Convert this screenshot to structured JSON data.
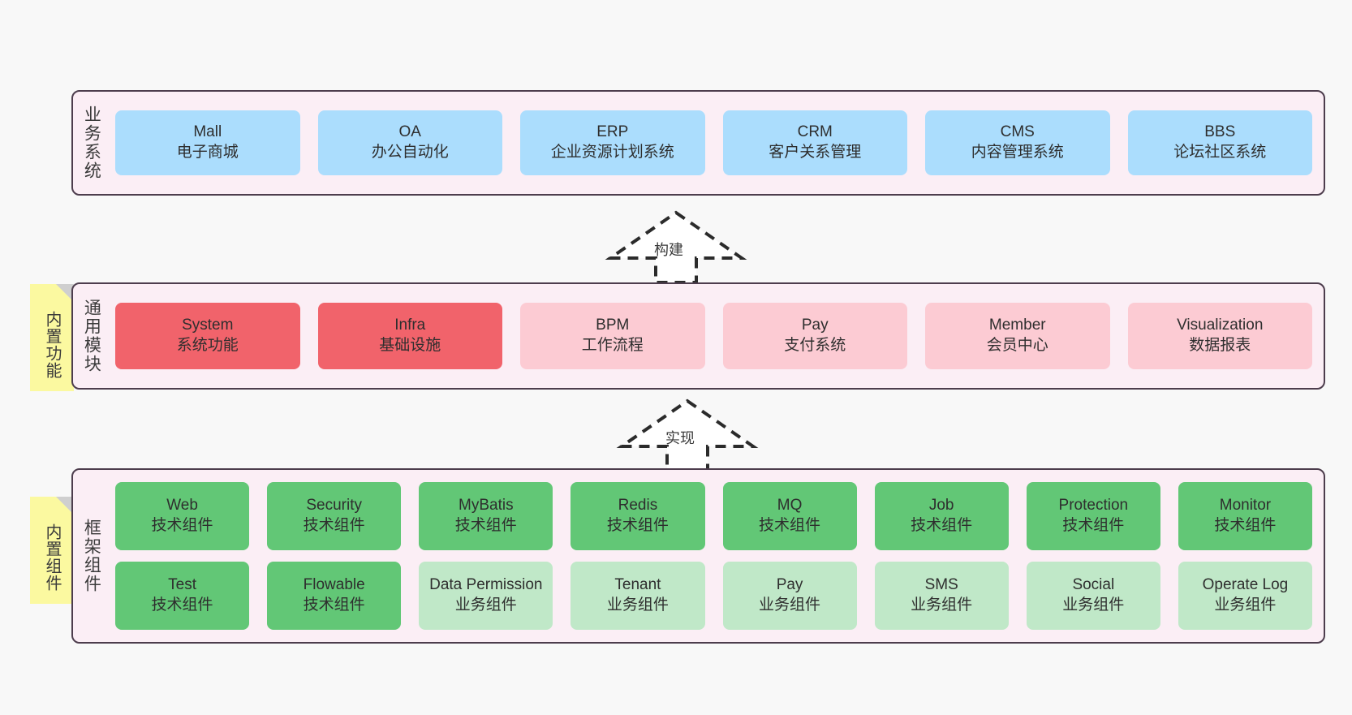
{
  "diagram": {
    "background_color": "#f8f8f8",
    "panel_color": "#fbeef5",
    "panel_border_color": "#4d3d4d",
    "sticky_color": "#fbf9a0"
  },
  "layers": {
    "business": {
      "title": "业务系统",
      "nodes": [
        {
          "title": "Mall",
          "sub": "电子商城",
          "color": "#abddfd",
          "style": "c-blue"
        },
        {
          "title": "OA",
          "sub": "办公自动化",
          "color": "#abddfd",
          "style": "c-blue"
        },
        {
          "title": "ERP",
          "sub": "企业资源计划系统",
          "color": "#abddfd",
          "style": "c-blue"
        },
        {
          "title": "CRM",
          "sub": "客户关系管理",
          "color": "#abddfd",
          "style": "c-blue"
        },
        {
          "title": "CMS",
          "sub": "内容管理系统",
          "color": "#abddfd",
          "style": "c-blue"
        },
        {
          "title": "BBS",
          "sub": "论坛社区系统",
          "color": "#abddfd",
          "style": "c-blue"
        }
      ]
    },
    "modules": {
      "title": "通用模块",
      "sticky": "内置功能",
      "nodes": [
        {
          "title": "System",
          "sub": "系统功能",
          "color": "#f1636b",
          "style": "c-red"
        },
        {
          "title": "Infra",
          "sub": "基础设施",
          "color": "#f1636b",
          "style": "c-red"
        },
        {
          "title": "BPM",
          "sub": "工作流程",
          "color": "#fccbd3",
          "style": "c-pink"
        },
        {
          "title": "Pay",
          "sub": "支付系统",
          "color": "#fccbd3",
          "style": "c-pink"
        },
        {
          "title": "Member",
          "sub": "会员中心",
          "color": "#fccbd3",
          "style": "c-pink"
        },
        {
          "title": "Visualization",
          "sub": "数据报表",
          "color": "#fccbd3",
          "style": "c-pink"
        }
      ]
    },
    "framework": {
      "title": "框架组件",
      "sticky": "内置组件",
      "rows": [
        [
          {
            "title": "Web",
            "sub": "技术组件",
            "color": "#62c776",
            "style": "c-green"
          },
          {
            "title": "Security",
            "sub": "技术组件",
            "color": "#62c776",
            "style": "c-green"
          },
          {
            "title": "MyBatis",
            "sub": "技术组件",
            "color": "#62c776",
            "style": "c-green"
          },
          {
            "title": "Redis",
            "sub": "技术组件",
            "color": "#62c776",
            "style": "c-green"
          },
          {
            "title": "MQ",
            "sub": "技术组件",
            "color": "#62c776",
            "style": "c-green"
          },
          {
            "title": "Job",
            "sub": "技术组件",
            "color": "#62c776",
            "style": "c-green"
          },
          {
            "title": "Protection",
            "sub": "技术组件",
            "color": "#62c776",
            "style": "c-green"
          },
          {
            "title": "Monitor",
            "sub": "技术组件",
            "color": "#62c776",
            "style": "c-green"
          }
        ],
        [
          {
            "title": "Test",
            "sub": "技术组件",
            "color": "#62c776",
            "style": "c-green"
          },
          {
            "title": "Flowable",
            "sub": "技术组件",
            "color": "#62c776",
            "style": "c-green"
          },
          {
            "title": "Data Permission",
            "sub": "业务组件",
            "color": "#c0e8c8",
            "style": "c-lightgreen"
          },
          {
            "title": "Tenant",
            "sub": "业务组件",
            "color": "#c0e8c8",
            "style": "c-lightgreen"
          },
          {
            "title": "Pay",
            "sub": "业务组件",
            "color": "#c0e8c8",
            "style": "c-lightgreen"
          },
          {
            "title": "SMS",
            "sub": "业务组件",
            "color": "#c0e8c8",
            "style": "c-lightgreen"
          },
          {
            "title": "Social",
            "sub": "业务组件",
            "color": "#c0e8c8",
            "style": "c-lightgreen"
          },
          {
            "title": "Operate Log",
            "sub": "业务组件",
            "color": "#c0e8c8",
            "style": "c-lightgreen"
          }
        ]
      ]
    }
  },
  "connectors": [
    {
      "label": "构建",
      "from": "modules",
      "to": "business"
    },
    {
      "label": "实现",
      "from": "framework",
      "to": "modules"
    }
  ]
}
